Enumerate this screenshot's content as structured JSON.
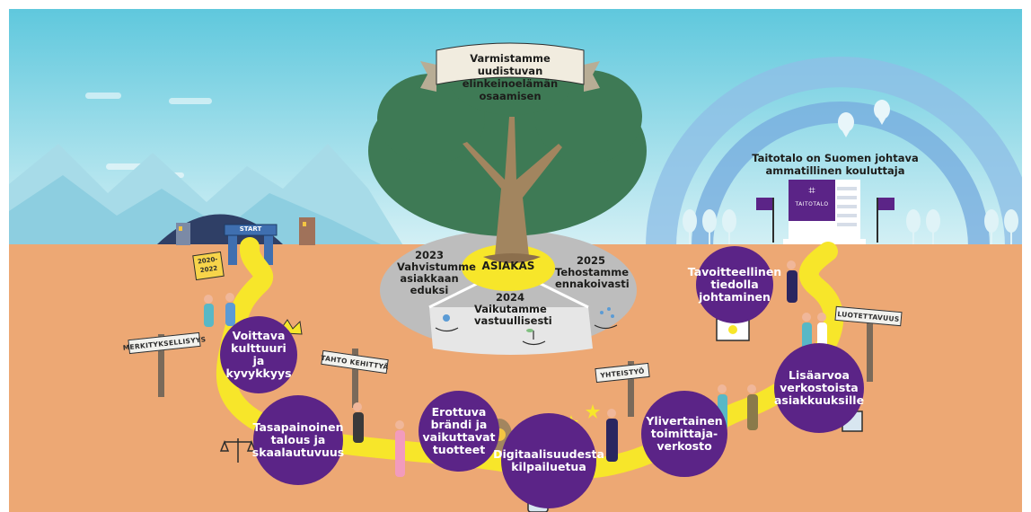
{
  "banner": {
    "line1": "Varmistamme uudistuvan",
    "line2": "elinkeinoelämän osaamisen"
  },
  "header_right": {
    "line1": "Taitotalo on Suomen johtava",
    "line2": "ammatillinen kouluttaja"
  },
  "center": {
    "core": "ASIAKAS",
    "seg_2023": {
      "line1": "2023",
      "line2": "Vahvistumme",
      "line3": "asiakkaan",
      "line4": "eduksi"
    },
    "seg_2024": {
      "line1": "2024",
      "line2": "Vaikutamme",
      "line3": "vastuullisesti"
    },
    "seg_2025": {
      "line1": "2025",
      "line2": "Tehostamme",
      "line3": "ennakoivasti"
    }
  },
  "start": {
    "gate_label": "START",
    "year_sign_line1": "2020-",
    "year_sign_line2": "2022"
  },
  "logo": {
    "text": "TAITOTALO"
  },
  "signs": {
    "merkityksellisyys": "MERKITYKSELLISYYS",
    "tahto_kehittya": "TAHTO KEHITTYÄ",
    "yhteistyo": "YHTEISTYÖ",
    "luotettavuus": "LUOTETTAVUUS"
  },
  "circles": {
    "voittava": [
      "Voittava",
      "kulttuuri ja",
      "kyvykkyys"
    ],
    "tasapainoinen": [
      "Tasapainoinen",
      "talous ja",
      "skaalautuvuus"
    ],
    "erottuva": [
      "Erottuva",
      "brändi ja",
      "vaikuttavat",
      "tuotteet"
    ],
    "digitaalisuus": [
      "Digitaalisuudesta",
      "kilpailuetua"
    ],
    "ylivertainen": [
      "Ylivertainen",
      "toimittaja-",
      "verkosto"
    ],
    "lisaarvoa": [
      "Lisäarvoa",
      "verkostoista",
      "asiakkuuksille"
    ],
    "tavoitteellinen": [
      "Tavoitteellinen",
      "tiedolla",
      "johtaminen"
    ]
  },
  "colors": {
    "sky_top": "#5fc8dd",
    "sky_bottom": "#cfeff5",
    "ground": "#eda874",
    "purple": "#5b2487",
    "path": "#f7e62a",
    "tree": "#3e7a55",
    "grey_disc": "#bdbdbd"
  }
}
